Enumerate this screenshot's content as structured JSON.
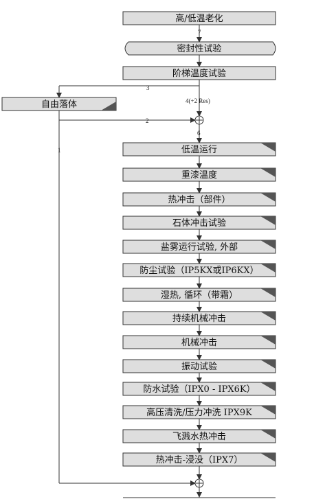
{
  "steps": [
    {
      "label": "高/低温老化",
      "corner": false
    },
    {
      "label": "密封性试验",
      "corner": false,
      "shape": "rounded"
    },
    {
      "label": "阶梯温度试验",
      "corner": false
    },
    {
      "label": "低温运行",
      "corner": true
    },
    {
      "label": "重漆温度",
      "corner": true
    },
    {
      "label": "热冲击（部件）",
      "corner": true
    },
    {
      "label": "石体冲击试验",
      "corner": true
    },
    {
      "label": "盐雾运行试验, 外部",
      "corner": true
    },
    {
      "label": "防尘试验（IP5KX或IP6KX）",
      "corner": true
    },
    {
      "label": "湿热, 循环（带霜）",
      "corner": true
    },
    {
      "label": "持续机械冲击",
      "corner": true
    },
    {
      "label": "机械冲击",
      "corner": true
    },
    {
      "label": "振动试验",
      "corner": true
    },
    {
      "label": "防水试验（IPX0 - IPX6K）",
      "corner": true
    },
    {
      "label": "高压清洗/压力冲洗 IPX9K",
      "corner": true
    },
    {
      "label": "飞溅水热冲击",
      "corner": true
    },
    {
      "label": "热冲击-浸没（IPX7）",
      "corner": true
    }
  ],
  "side_box": {
    "label": "自由落体"
  },
  "edge_labels": {
    "seven": "7",
    "three": "3",
    "two": "2",
    "one": "1",
    "six": "6",
    "four_res": "4(+2 Res)"
  }
}
